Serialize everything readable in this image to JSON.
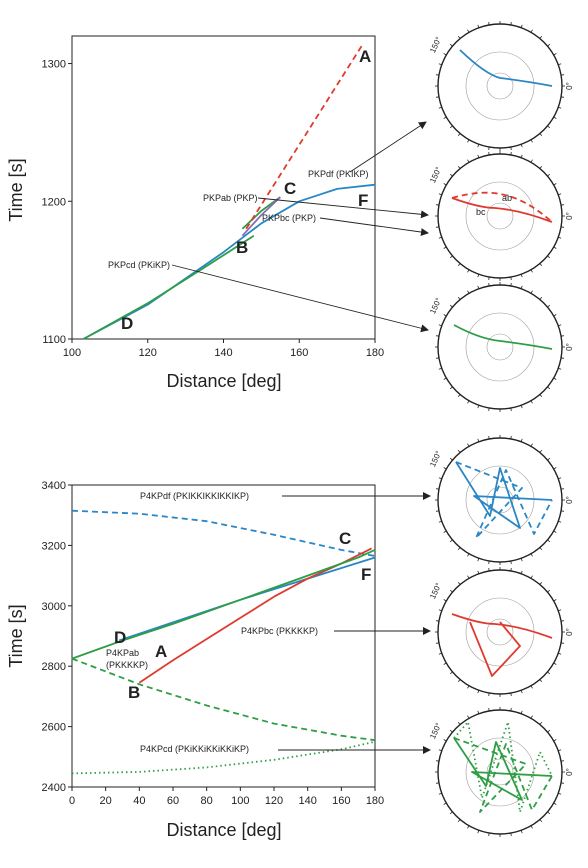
{
  "colors": {
    "blue": "#2b86c5",
    "red": "#e03a2f",
    "green": "#2e9e45",
    "purple": "#8a6bb8",
    "axis": "#222222"
  },
  "chart_data": [
    {
      "type": "line",
      "xlabel": "Distance [deg]",
      "ylabel": "Time [s]",
      "xlim": [
        100,
        180
      ],
      "ylim": [
        1100,
        1320
      ],
      "xticks": [
        "100",
        "120",
        "140",
        "160",
        "180"
      ],
      "yticks": [
        "1100",
        "1200",
        "1300"
      ],
      "series": [
        {
          "name": "PKPdf (PKIKP)",
          "color": "#2b86c5",
          "style": "solid",
          "x": [
            103,
            120,
            140,
            150,
            160,
            170,
            180
          ],
          "y": [
            1100,
            1125,
            1163,
            1184,
            1200,
            1209,
            1212
          ]
        },
        {
          "name": "PKPab (PKP)",
          "color": "#2e9e45",
          "style": "solid",
          "x": [
            145,
            150,
            155
          ],
          "y": [
            1180,
            1193,
            1203
          ]
        },
        {
          "name": "PKPbc (PKP)",
          "color": "#8a6bb8",
          "style": "solid",
          "x": [
            145,
            150,
            155
          ],
          "y": [
            1175,
            1190,
            1203
          ]
        },
        {
          "name": "PKPcd (PKiKP)",
          "color": "#2e9e45",
          "style": "solid",
          "x": [
            103,
            120,
            135,
            148
          ],
          "y": [
            1100,
            1126,
            1152,
            1175
          ]
        },
        {
          "name": "",
          "color": "#e03a2f",
          "style": "dashed",
          "x": [
            146,
            177
          ],
          "y": [
            1180,
            1315
          ]
        }
      ],
      "point_labels": [
        "A",
        "B",
        "C",
        "D",
        "F"
      ]
    },
    {
      "type": "line",
      "xlabel": "Distance [deg]",
      "ylabel": "Time [s]",
      "xlim": [
        0,
        180
      ],
      "ylim": [
        2400,
        3400
      ],
      "xticks": [
        "0",
        "20",
        "40",
        "60",
        "80",
        "100",
        "120",
        "140",
        "160",
        "180"
      ],
      "yticks": [
        "2400",
        "2600",
        "2800",
        "3000",
        "3200",
        "3400"
      ],
      "series": [
        {
          "name": "P4KPdf (PKIKKIKKIKKIKP)",
          "color": "#2b86c5",
          "style": "dashed",
          "x": [
            0,
            40,
            80,
            120,
            160,
            180
          ],
          "y": [
            3315,
            3305,
            3280,
            3235,
            3185,
            3165
          ]
        },
        {
          "name": "",
          "color": "#2b86c5",
          "style": "solid",
          "x": [
            28,
            60,
            100,
            140,
            180
          ],
          "y": [
            2885,
            2945,
            3020,
            3090,
            3160
          ]
        },
        {
          "name": "P4KPbc (PKKKKP)",
          "color": "#e03a2f",
          "style": "solid",
          "x": [
            40,
            60,
            80,
            100,
            120,
            140,
            160,
            178
          ],
          "y": [
            2745,
            2820,
            2890,
            2960,
            3030,
            3090,
            3140,
            3190
          ]
        },
        {
          "name": "P4KPab (PKKKKP)",
          "color": "#2e9e45",
          "style": "solid",
          "x": [
            0,
            30,
            60,
            100,
            140,
            170,
            180
          ],
          "y": [
            2825,
            2885,
            2940,
            3020,
            3100,
            3160,
            3185
          ]
        },
        {
          "name": "",
          "color": "#2e9e45",
          "style": "dashed",
          "x": [
            0,
            40,
            80,
            120,
            160,
            180
          ],
          "y": [
            2825,
            2740,
            2670,
            2610,
            2570,
            2555
          ]
        },
        {
          "name": "P4KPcd (PKiKKiKKiKKiKP)",
          "color": "#2e9e45",
          "style": "dotted",
          "x": [
            0,
            40,
            80,
            120,
            160,
            180
          ],
          "y": [
            2445,
            2450,
            2465,
            2490,
            2525,
            2550
          ]
        }
      ],
      "point_labels": [
        "A",
        "B",
        "C",
        "D",
        "F"
      ]
    }
  ],
  "circles": {
    "deg_left": "150°",
    "deg_right": "0°",
    "labels": {
      "ab": "ab",
      "bc": "bc"
    }
  }
}
